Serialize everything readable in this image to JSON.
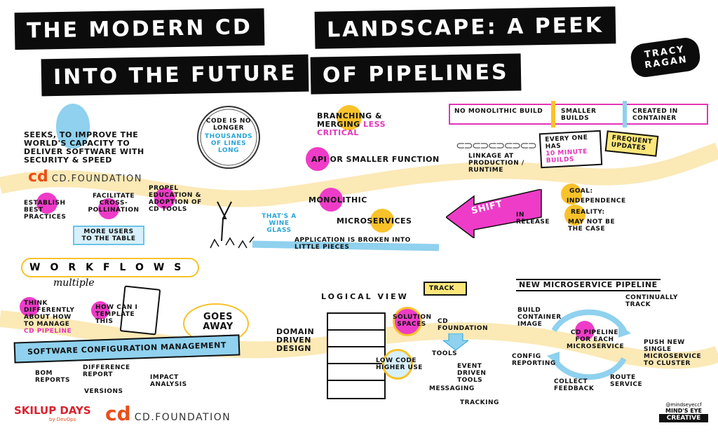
{
  "title": {
    "line1_left": "THE MODERN CD",
    "line1_right": "LANDSCAPE: A PEEK",
    "line2_left": "INTO THE FUTURE",
    "line2_right": "OF PIPELINES"
  },
  "author": "TRACY RAGAN",
  "intro": {
    "mission": "SEEKS, TO IMPROVE THE WORLD'S CAPACITY TO DELIVER SOFTWARE WITH SECURITY & SPEED",
    "org": "CD.FOUNDATION",
    "goals": [
      "ESTABLISH BEST PRACTICES",
      "FACILITATE CROSS-POLLINATION",
      "PROPEL EDUCATION & ADOPTION OF CD TOOLS"
    ],
    "more_users": "MORE USERS TO THE TABLE"
  },
  "code": {
    "line1": "CODE IS NO LONGER",
    "line2": "THOUSANDS OF LINES LONG"
  },
  "branching": {
    "main": "BRANCHING & MERGING",
    "less": "LESS",
    "critical": "CRITICAL"
  },
  "api": "API OR SMALLER FUNCTION",
  "monolithic": "MONOLITHIC",
  "microservices": "MICROSERVICES",
  "application": "APPLICATION IS BROKEN INTO LITTLE PIECES",
  "wine_glass": "THAT'S A WINE GLASS",
  "pipes": [
    "NO MONOLITHIC BUILD",
    "SMALLER BUILDS",
    "CREATED IN CONTAINER"
  ],
  "linkage": "LINKAGE AT PRODUCTION / RUNTIME",
  "everyone": "EVERY ONE HAS",
  "ten_minute": "10 MINUTE BUILDS",
  "frequent": "FREQUENT UPDATES",
  "shift": "SHIFT",
  "in_release": "IN RELEASE",
  "goal": "GOAL:",
  "independence": "INDEPENDENCE",
  "reality": "REALITY:",
  "may_not": "MAY NOT BE THE CASE",
  "workflows": "WORKFLOWS",
  "multiple": "multiple",
  "think": "THINK DIFFERENTLY ABOUT HOW TO MANAGE",
  "cd_pipeline": "CD PIPELINE",
  "template": "HOW CAN I TEMPLATE THIS",
  "goes_away": "GOES AWAY",
  "scm": "SOFTWARE CONFIGURATION MANAGEMENT",
  "bom": "BOM REPORTS",
  "diff": "DIFFERENCE REPORT",
  "versions": "VERSIONS",
  "impact": "IMPACT ANALYSIS",
  "logical_view": "LOGICAL VIEW",
  "track": "TRACK",
  "ddd": "DOMAIN DRIVEN DESIGN",
  "solution": "SOLUTION SPACES",
  "low_code": "LOW CODE HIGHER USE",
  "cdf_label": "CD FOUNDATION",
  "tools": "TOOLS",
  "event": "EVENT DRIVEN TOOLS",
  "messaging": "MESSAGING",
  "tracking": "TRACKING",
  "new_pipeline": "NEW MICROSERVICE PIPELINE",
  "build_image": "BUILD CONTAINER IMAGE",
  "cd_pipeline_each": "CD PIPELINE FOR EACH MICROSERVICE",
  "continually": "CONTINUALLY TRACK",
  "config": "CONFIG REPORTING",
  "push": "PUSH NEW SINGLE MICROSERVICE TO CLUSTER",
  "collect": "COLLECT FEEDBACK",
  "route": "ROUTE SERVICE",
  "footer": {
    "skillup": "SKILUP DAYS",
    "by": "by DevOps",
    "cdf": "CD.FOUNDATION",
    "handle": "@mindseyeccf",
    "mindseye": "MIND'S EYE",
    "creative": "CREATIVE"
  },
  "colors": {
    "pink": "#ee3cc8",
    "yellow": "#f8c22a",
    "blue": "#8fd1ee",
    "orange": "#e94e1b",
    "black": "#0c0c0c"
  }
}
